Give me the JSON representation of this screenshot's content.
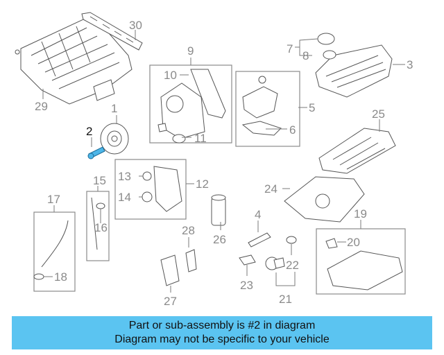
{
  "diagram": {
    "highlight_part": "2",
    "labels": {
      "p1": "1",
      "p2": "2",
      "p3": "3",
      "p4": "4",
      "p5": "5",
      "p6": "6",
      "p7": "7",
      "p8": "8",
      "p9": "9",
      "p10": "10",
      "p11": "11",
      "p12": "12",
      "p13": "13",
      "p14": "14",
      "p15": "15",
      "p16": "16",
      "p17": "17",
      "p18": "18",
      "p19": "19",
      "p20": "20",
      "p21": "21",
      "p22": "22",
      "p23": "23",
      "p24": "24",
      "p25": "25",
      "p26": "26",
      "p27": "27",
      "p28": "28",
      "p29": "29",
      "p30": "30"
    },
    "highlight_color": "#4db6e8"
  },
  "caption": {
    "line1": "Part or sub-assembly is #2 in diagram",
    "line2": "Diagram may not be specific to your vehicle",
    "background": "#5bc4f1"
  }
}
